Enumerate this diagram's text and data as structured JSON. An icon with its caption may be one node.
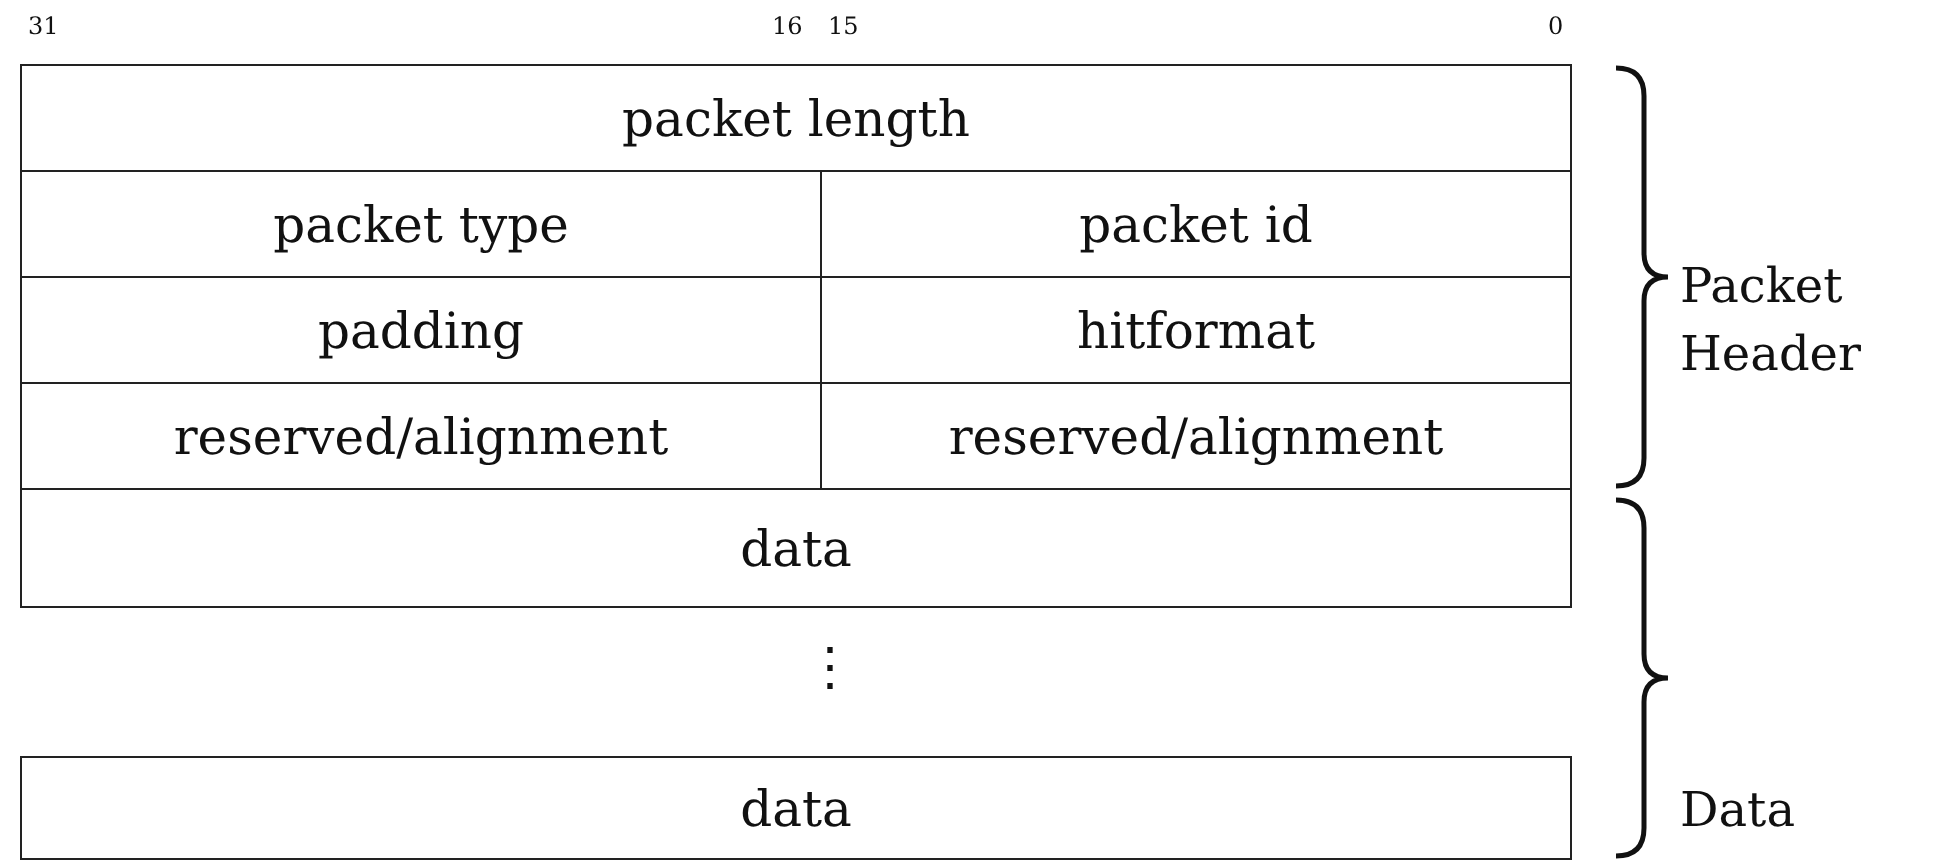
{
  "diagram": {
    "nodes": [
      {
        "text": [
          "packet length"
        ]
      },
      {
        "text": [
          "packet type"
        ]
      },
      {
        "text": [
          "packet id"
        ]
      },
      {
        "text": [
          "padding"
        ]
      },
      {
        "text": [
          "hitformat"
        ]
      },
      {
        "text": [
          "reserved/alignment"
        ]
      },
      {
        "text": [
          "reserved/alignment"
        ]
      },
      {
        "text": [
          "data"
        ]
      },
      {
        "text": [
          "data"
        ]
      }
    ],
    "labels": [
      "31",
      "16",
      "15",
      "0",
      "⋮",
      "Packet Header",
      "Data"
    ]
  }
}
